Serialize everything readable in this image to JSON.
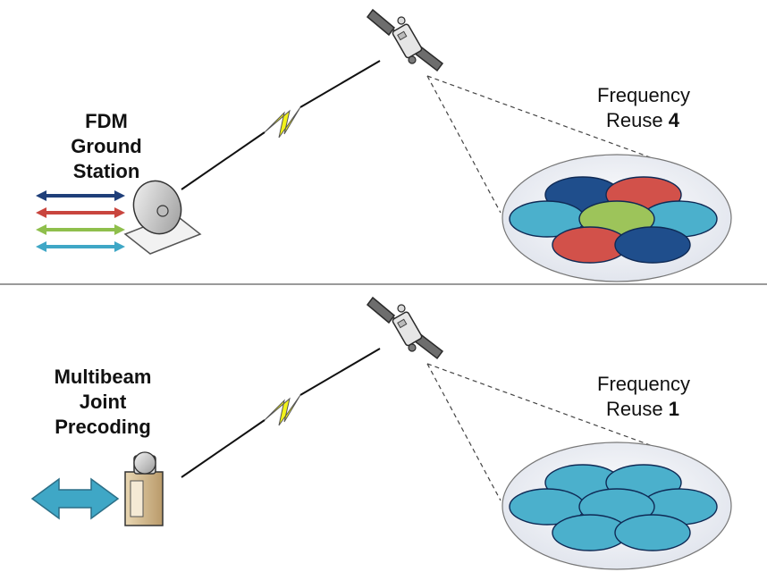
{
  "top_panel": {
    "station_title_lines": [
      "FDM",
      "Ground",
      "Station"
    ],
    "reuse_line1": "Frequency",
    "reuse_prefix": "Reuse ",
    "reuse_value": "4",
    "beam_colors": [
      "#1f4e8c",
      "#d2514a",
      "#4bb0cc",
      "#9dc45a",
      "#4bb0cc",
      "#d2514a",
      "#1f4e8c"
    ],
    "arrow_colors": [
      "#1f3f7a",
      "#c9453e",
      "#8fbf4c",
      "#3fa7c6"
    ]
  },
  "bottom_panel": {
    "station_title_lines": [
      "Multibeam",
      "Joint",
      "Precoding"
    ],
    "reuse_line1": "Frequency",
    "reuse_prefix": "Reuse ",
    "reuse_value": "1",
    "beam_colors": [
      "#4bb0cc",
      "#4bb0cc",
      "#4bb0cc",
      "#4bb0cc",
      "#4bb0cc",
      "#4bb0cc",
      "#4bb0cc"
    ],
    "arrow_color": "#3fa7c6"
  },
  "colors": {
    "coverage_fill": "#e9ecf2",
    "divider": "#9a9a9a",
    "link_bolt": "#f2f21a"
  }
}
